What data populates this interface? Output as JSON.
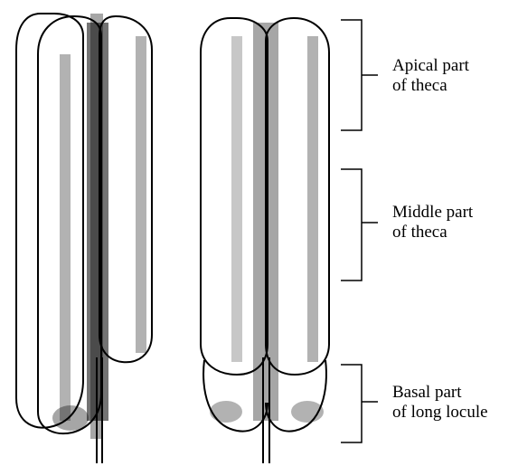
{
  "labels": {
    "apical": {
      "line1": "Apical part",
      "line2": "of theca"
    },
    "middle": {
      "line1": "Middle part",
      "line2": "of theca"
    },
    "basal": {
      "line1": "Basal part",
      "line2": "of long locule"
    }
  },
  "colors": {
    "ink": "#000000",
    "paper": "#ffffff"
  }
}
